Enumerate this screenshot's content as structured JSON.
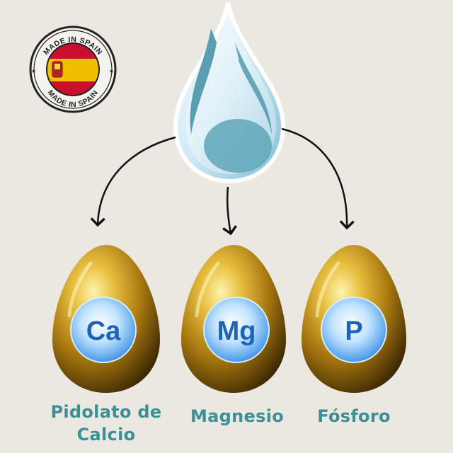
{
  "badge": {
    "top_text": "MADE IN SPAIN",
    "bottom_text": "MADE IN SPAIN",
    "flag_colors": [
      "#c8102e",
      "#f1bf00"
    ]
  },
  "drop": {
    "icon": "water-drop-icon",
    "color": "#9dd3e8"
  },
  "minerals": [
    {
      "symbol": "Ca",
      "name": "Pidolato de Calcio",
      "name_line1": "Pidolato de",
      "name_line2": "Calcio"
    },
    {
      "symbol": "Mg",
      "name": "Magnesio"
    },
    {
      "symbol": "P",
      "name": "Fósforo"
    }
  ],
  "colors": {
    "label": "#3b8f95",
    "symbol": "#1f63b8",
    "egg_gold": "#c9a227",
    "background": "#ebe8e2"
  }
}
